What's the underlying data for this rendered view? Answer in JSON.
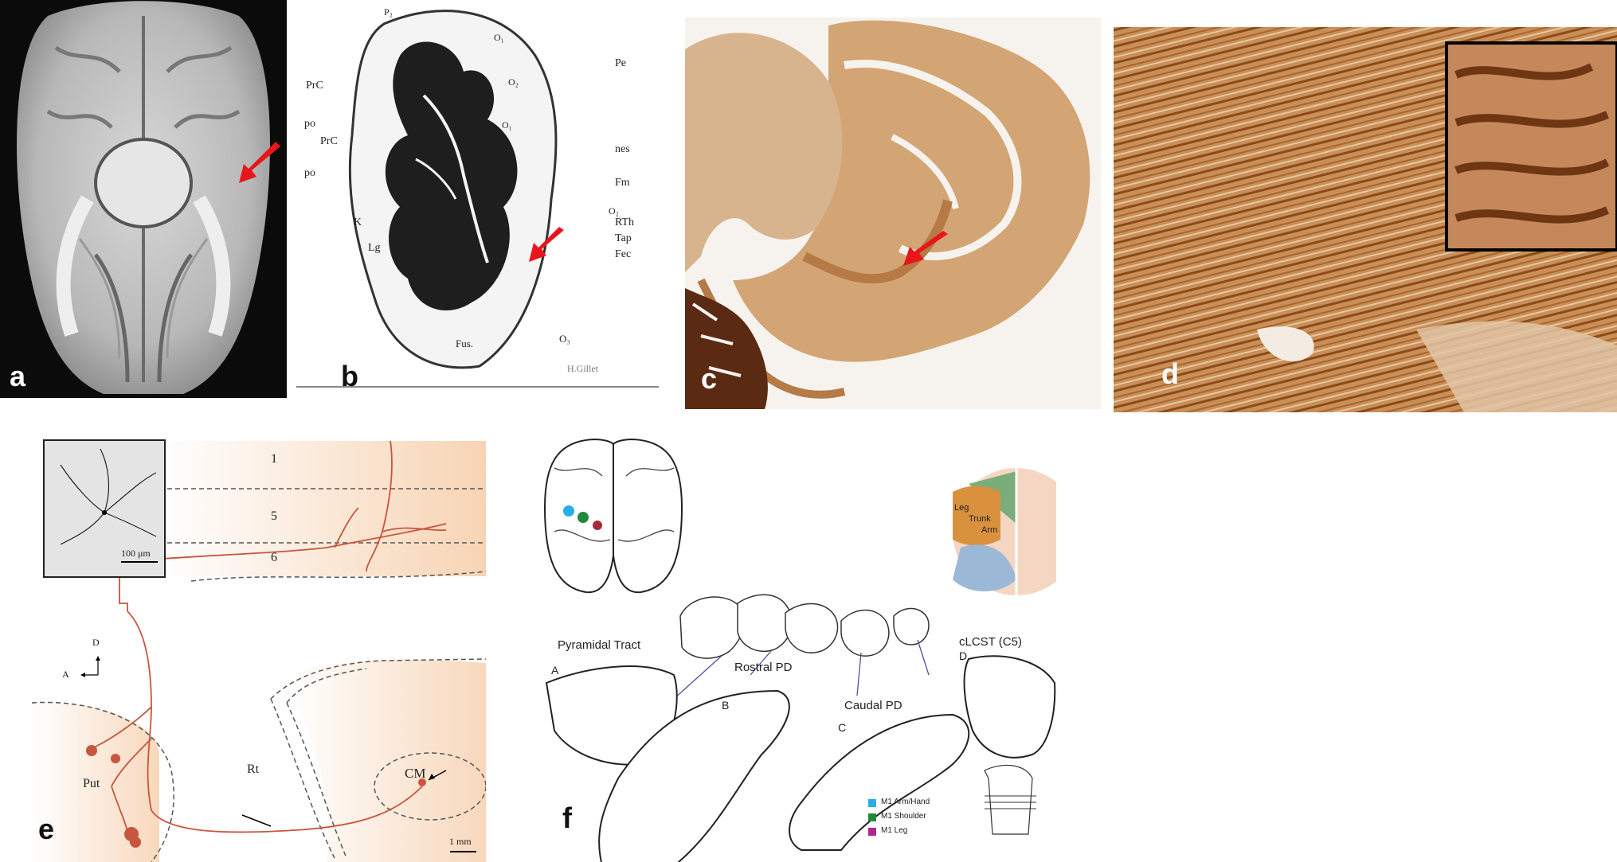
{
  "panels": {
    "a": {
      "label": "a"
    },
    "b": {
      "label": "b",
      "annotations": [
        "P₂",
        "O₁",
        "Pe",
        "PrC",
        "po",
        "PrC",
        "po",
        "O₂",
        "O₁",
        "nes",
        "Fm",
        "K",
        "RTh",
        "Tap",
        "Lg",
        "O₂",
        "Fec",
        "Fus.",
        "O₃",
        "H.Gillet"
      ]
    },
    "c": {
      "label": "c"
    },
    "d": {
      "label": "d"
    },
    "e": {
      "label": "e",
      "layers": [
        "1",
        "5",
        "6"
      ],
      "scale_inset": "100 μm",
      "axis_d": "D",
      "axis_a": "A",
      "put": "Put",
      "rt": "Rt",
      "cm": "CM",
      "scale_main": "1 mm"
    },
    "f": {
      "label": "f",
      "cord_labels": [
        "Leg",
        "Trunk",
        "Arm"
      ],
      "pyramidal": "Pyramidal Tract",
      "rostral": "Rostral PD",
      "caudal": "Caudal PD",
      "clcst": "cLCST (C5)",
      "letter_a": "A",
      "letter_b": "B",
      "letter_c": "C",
      "letter_d": "D",
      "legend": [
        {
          "label": "M1 Arm/Hand",
          "color": "#27aee6"
        },
        {
          "label": "M1 Shoulder",
          "color": "#1f8a3b"
        },
        {
          "label": "M1 Leg",
          "color": "#b0268f"
        }
      ]
    }
  },
  "colors": {
    "arrow_red": "#e8161b",
    "axon": "#c8553d",
    "stain_brown": "#9a5a2a"
  }
}
